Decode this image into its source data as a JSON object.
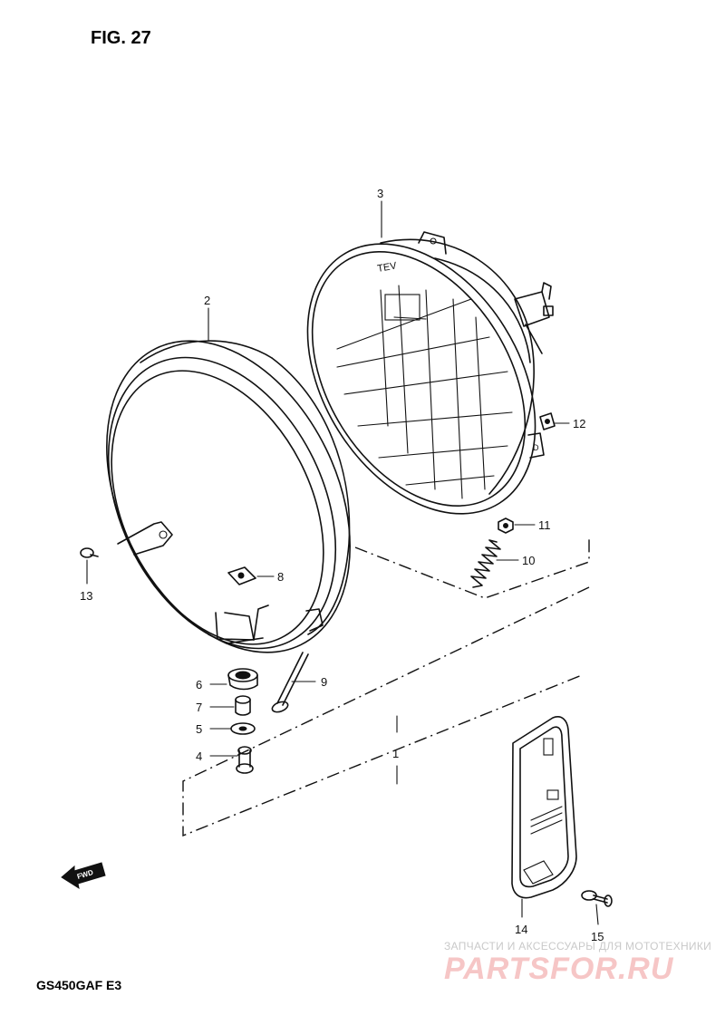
{
  "figure": {
    "title": "FIG. 27",
    "model": "GS450GAF  E3"
  },
  "callouts": [
    {
      "id": "1",
      "text": "1"
    },
    {
      "id": "2",
      "text": "2"
    },
    {
      "id": "3",
      "text": "3"
    },
    {
      "id": "4",
      "text": "4"
    },
    {
      "id": "5",
      "text": "5"
    },
    {
      "id": "6",
      "text": "6"
    },
    {
      "id": "7",
      "text": "7"
    },
    {
      "id": "8",
      "text": "8"
    },
    {
      "id": "9",
      "text": "9"
    },
    {
      "id": "10",
      "text": "10"
    },
    {
      "id": "11",
      "text": "11"
    },
    {
      "id": "12",
      "text": "12"
    },
    {
      "id": "13",
      "text": "13"
    },
    {
      "id": "14",
      "text": "14"
    },
    {
      "id": "15",
      "text": "15"
    }
  ],
  "forward_marker": "FWD",
  "watermark": {
    "tagline": "ЗАПЧАСТИ И АКСЕССУАРЫ ДЛЯ МОТОТЕХНИКИ",
    "brand": "PARTSFOR.RU"
  },
  "colors": {
    "ink": "#111111",
    "watermark_brand": "#f6c6c6",
    "watermark_text": "#c9c9c9"
  }
}
